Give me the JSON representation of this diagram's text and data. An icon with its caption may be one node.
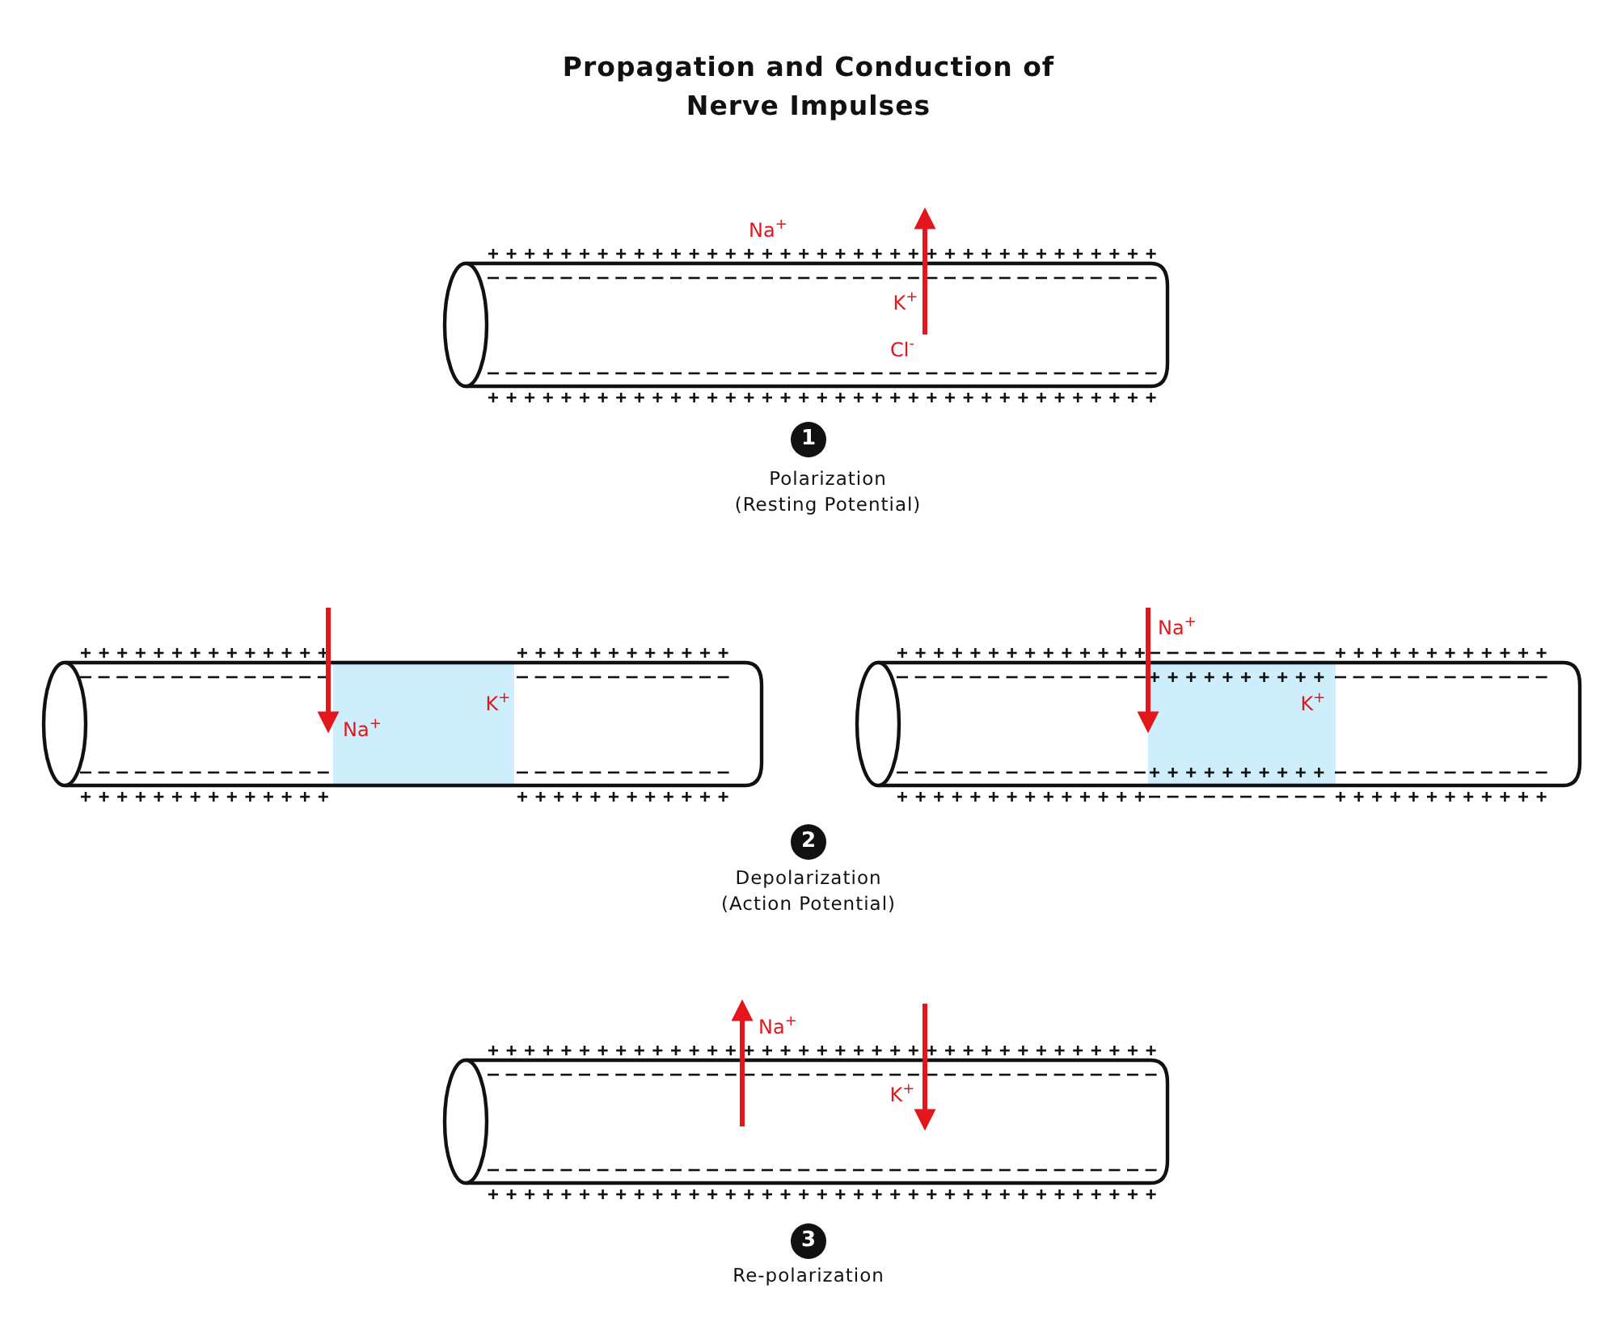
{
  "diagram": {
    "title": "Propagation and Conduction of Nerve Impulses",
    "labels": [
      "Na$^{+}$",
      "K$^{+}$",
      "Cl$^{-}$",
      "1",
      "Polarization (Resting Potential)",
      "Na$^{+}$",
      "K$^{+}$",
      "Na$^{+}$",
      "K$^{+}$",
      "2",
      "Depolarization (Action Potential)",
      "Na$^{+}$",
      "K$^{+}$",
      "3",
      "Re-polarization"
    ]
  }
}
